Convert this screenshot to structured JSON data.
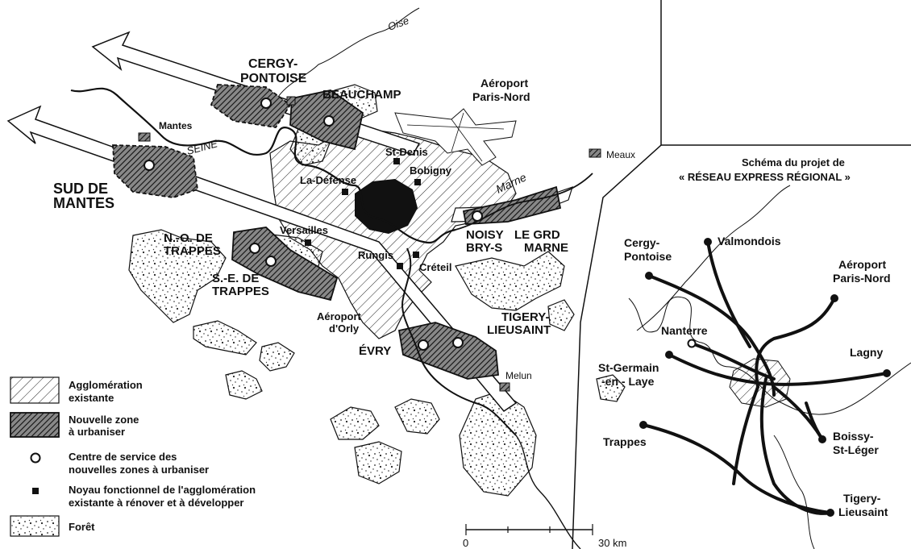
{
  "main_map": {
    "rivers": {
      "oise": "Oise",
      "seine": "SEINE",
      "marne": "Marne"
    },
    "new_towns": {
      "cergy": [
        "CERGY-",
        "PONTOISE"
      ],
      "beauchamp": "BEAUCHAMP",
      "sud_mantes": [
        "SUD DE",
        "MANTES"
      ],
      "no_trappes": [
        "N.-O. DE",
        "TRAPPES"
      ],
      "se_trappes": [
        "S.-E. DE",
        "TRAPPES"
      ],
      "noisy": [
        "NOISY",
        "LE GRD"
      ],
      "bry_marne": [
        "BRY-S",
        "MARNE"
      ],
      "tigery": [
        "TIGERY-",
        "LIEUSAINT"
      ],
      "evry": "ÉVRY"
    },
    "places": {
      "mantes": "Mantes",
      "aeroport_nord": [
        "Aéroport",
        "Paris-Nord"
      ],
      "st_denis": "St-Denis",
      "bobigny": "Bobigny",
      "la_defense": "La-Défense",
      "versailles": "Versailles",
      "rungis": "Rungis",
      "creteil": "Créteil",
      "aeroport_orly": [
        "Aéroport",
        "d'Orly"
      ],
      "meaux": "Meaux",
      "melun": "Melun"
    }
  },
  "legend": [
    {
      "key": "agglomeration",
      "lines": [
        "Agglomération",
        "existante"
      ]
    },
    {
      "key": "nouvelle_zone",
      "lines": [
        "Nouvelle zone",
        "à urbaniser"
      ]
    },
    {
      "key": "centre",
      "lines": [
        "Centre de service des",
        "nouvelles zones à urbaniser"
      ]
    },
    {
      "key": "noyau",
      "lines": [
        "Noyau fonctionnel de l'agglomération",
        "existante à rénover et à développer"
      ]
    },
    {
      "key": "foret",
      "lines": [
        "Forêt"
      ]
    }
  ],
  "scale": {
    "start": "0",
    "end": "30 km"
  },
  "inset": {
    "title": [
      "Schéma du projet de",
      "« RÉSEAU EXPRESS RÉGIONAL »"
    ],
    "stations": {
      "cergy": [
        "Cergy-",
        "Pontoise"
      ],
      "valmondois": "Valmondois",
      "aeroport": [
        "Aéroport",
        "Paris-Nord"
      ],
      "nanterre": "Nanterre",
      "st_germain": [
        "St-Germain",
        "-en - Laye"
      ],
      "lagny": "Lagny",
      "trappes": "Trappes",
      "boissy": [
        "Boissy-",
        "St-Léger"
      ],
      "tigery": [
        "Tigery-",
        "Lieusaint"
      ]
    }
  }
}
